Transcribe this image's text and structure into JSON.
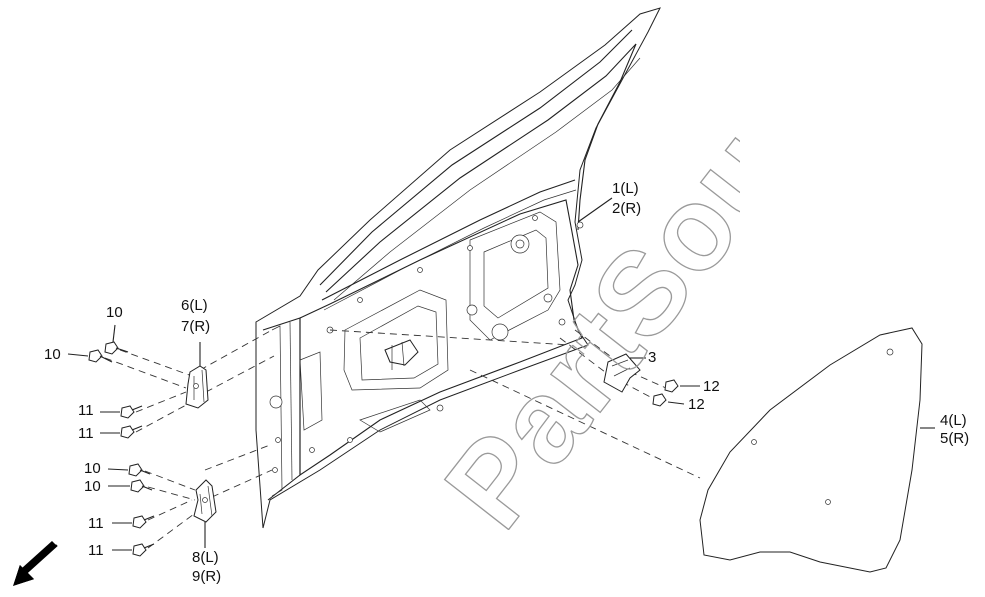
{
  "callouts": {
    "door_l": "1(L)",
    "door_r": "2(R)",
    "striker": "3",
    "glass_l": "4(L)",
    "glass_r": "5(R)",
    "upper_hinge_l": "6(L)",
    "upper_hinge_r": "7(R)",
    "lower_hinge_l": "8(L)",
    "lower_hinge_r": "9(R)",
    "bolt10": "10",
    "bolt11": "11",
    "bolt12": "12"
  },
  "watermark": "PartSouq"
}
